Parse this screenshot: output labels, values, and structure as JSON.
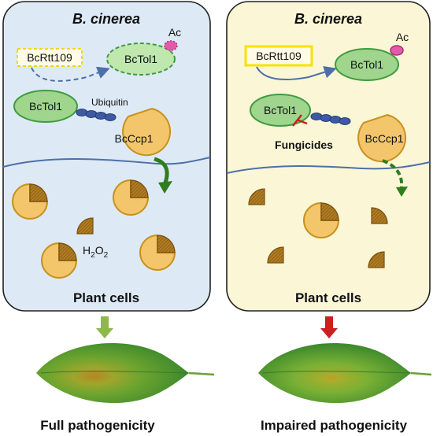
{
  "panels": {
    "left": {
      "organism": "B. cinerea",
      "acetyltransferase": "BcRtt109",
      "acetylated_protein": "BcTol1",
      "acetyl_group": "Ac",
      "protein": "BcTol1",
      "ubiquitin": "Ubiquitin",
      "target": "BcCcp1",
      "ros_base": "H",
      "ros_sub1": "2",
      "ros_o": "O",
      "ros_sub2": "2",
      "host": "Plant cells",
      "outcome": "Full pathogenicity",
      "bg_color": "#ddeaf6",
      "arrow_color": "#8fb84a"
    },
    "right": {
      "organism": "B. cinerea",
      "acetyltransferase": "BcRtt109",
      "acetylated_protein": "BcTol1",
      "acetyl_group": "Ac",
      "protein": "BcTol1",
      "inhibitor": "Fungicides",
      "target": "BcCcp1",
      "host": "Plant cells",
      "outcome": "Impaired pathogenicity",
      "bg_color": "#fbf7d6",
      "arrow_color": "#cc1f1f"
    }
  },
  "colors": {
    "membrane": "#4e6fa8",
    "protein_fill": "#9fd58d",
    "pacman_fill": "#f3c66b",
    "wedge_fill": "#a8761e",
    "ac_fill": "#e35ba6",
    "highlight_box": "#f6e200"
  }
}
